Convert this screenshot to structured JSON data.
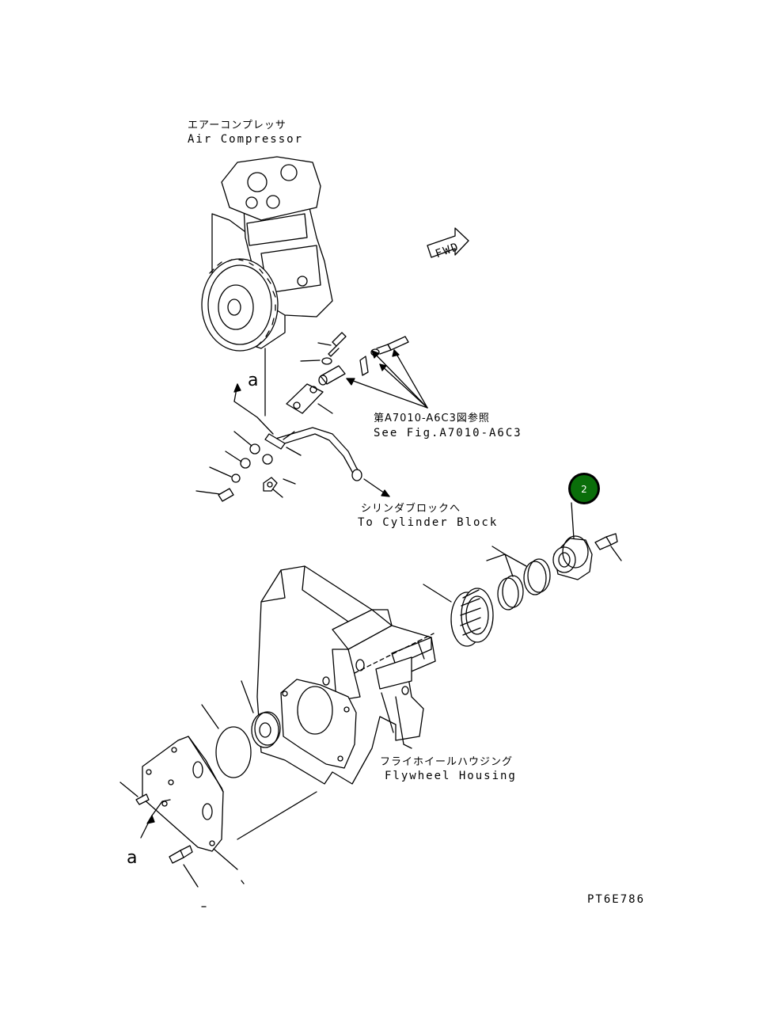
{
  "labels": {
    "air_compressor_jp": "エアーコンプレッサ",
    "air_compressor_en": "Air Compressor",
    "fwd": "FWD",
    "see_fig_jp": "第A7010-A6C3図参照",
    "see_fig_en": "See Fig.A7010-A6C3",
    "to_cylinder_jp": "シリンダブロックへ",
    "to_cylinder_en": "To Cylinder Block",
    "flywheel_jp": "フライホイールハウジング",
    "flywheel_en": "Flywheel Housing",
    "view_letter_top": "a",
    "view_letter_bottom": "a",
    "drawing_code": "PT6E786"
  },
  "callouts": [
    {
      "number": "2",
      "color": "#0a6e0a"
    }
  ],
  "colors": {
    "line": "#000000",
    "background": "#ffffff",
    "callout_fill": "#0a6e0a",
    "callout_text": "#ffffff"
  }
}
